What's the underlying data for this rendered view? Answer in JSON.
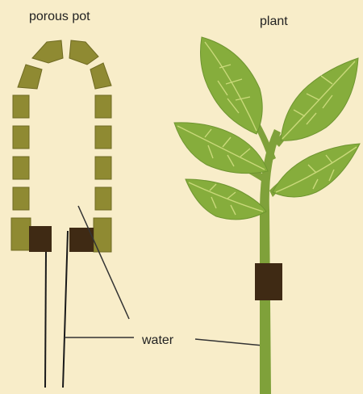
{
  "labels": {
    "porous_pot": "porous pot",
    "plant": "plant",
    "water": "water"
  },
  "colors": {
    "background": "#f8edc9",
    "pot_block": "#8f8a32",
    "pot_block_edge": "#6f6a22",
    "stopper": "#3f2a14",
    "tube_line": "#1a1a1a",
    "stem": "#7fa13a",
    "leaf": "#86ad3c",
    "leaf_vein": "#c9d97a",
    "leader_line": "#333333"
  }
}
